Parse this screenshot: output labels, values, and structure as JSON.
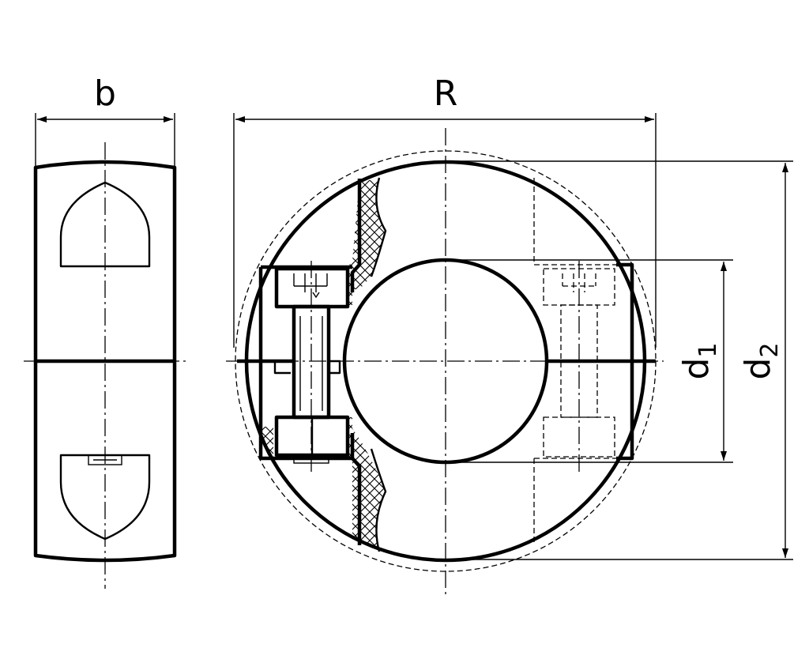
{
  "labels": {
    "width": "b",
    "outer": "R",
    "bore_main": "d",
    "bore_sub": "1",
    "outer_dia_main": "d",
    "outer_dia_sub": "2"
  }
}
